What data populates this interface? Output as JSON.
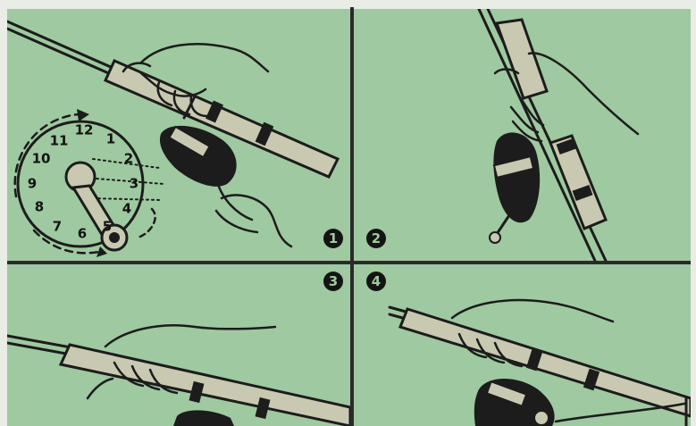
{
  "steps": [
    "1",
    "2",
    "3",
    "4"
  ],
  "dial": {
    "numbers": [
      "12",
      "1",
      "2",
      "3",
      "4",
      "5",
      "6",
      "7",
      "8",
      "9",
      "10",
      "11"
    ]
  },
  "colors": {
    "panel_green": "#9fc9a0",
    "ink": "#1c1c1c",
    "rod_tan": "#c8c9b0"
  }
}
